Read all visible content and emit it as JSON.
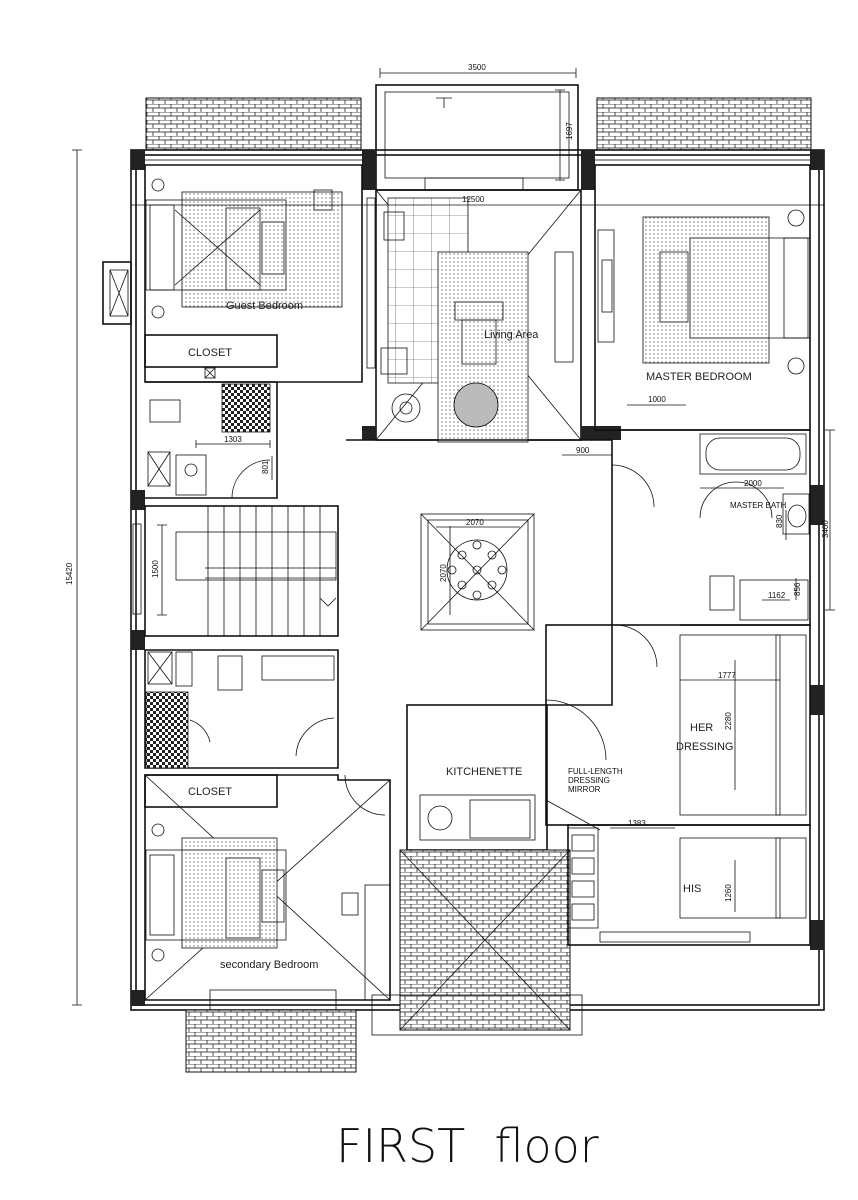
{
  "title": "FIRST  floor",
  "rooms": {
    "guest_bedroom": "Guest Bedroom",
    "closet_top": "CLOSET",
    "living_area": "Living Area",
    "master_bedroom": "MASTER BEDROOM",
    "master_bath": "MASTER BATH",
    "kitchenette": "KITCHENETTE",
    "full_length_mirror": [
      "FULL-LENGTH",
      "DRESSING",
      "MIRROR"
    ],
    "her_dressing": [
      "HER",
      "DRESSING"
    ],
    "his": "HIS",
    "closet_bottom": "CLOSET",
    "secondary_bedroom": "secondary Bedroom"
  },
  "dimensions": {
    "d3500": "3500",
    "d1697": "1697",
    "d12500": "12500",
    "d15420": "15420",
    "d1303": "1303",
    "d801": "801",
    "d1500": "1500",
    "d900": "900",
    "d2070_h": "2070",
    "d2070_v": "2070",
    "d1000": "1000",
    "d2000": "2000",
    "d830": "830",
    "d3400": "3400",
    "d1162": "1162",
    "d856": "856",
    "d1777": "1777",
    "d2280": "2280",
    "d1383": "1383",
    "d1260": "1260"
  },
  "colors": {
    "line": "#111111",
    "background": "#ffffff"
  }
}
